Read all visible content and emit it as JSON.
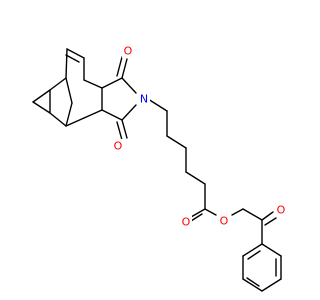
{
  "molecule": {
    "atom_labels": {
      "imide_carbonyl_top": "O",
      "imide_carbonyl_bottom": "O",
      "imide_nitrogen": "N",
      "ester_carbonyl": "O",
      "ester_oxygen": "O",
      "ketone_oxygen": "O"
    },
    "colors": {
      "bond": "#000000",
      "oxygen": "#ff0000",
      "nitrogen": "#0000ff"
    }
  }
}
